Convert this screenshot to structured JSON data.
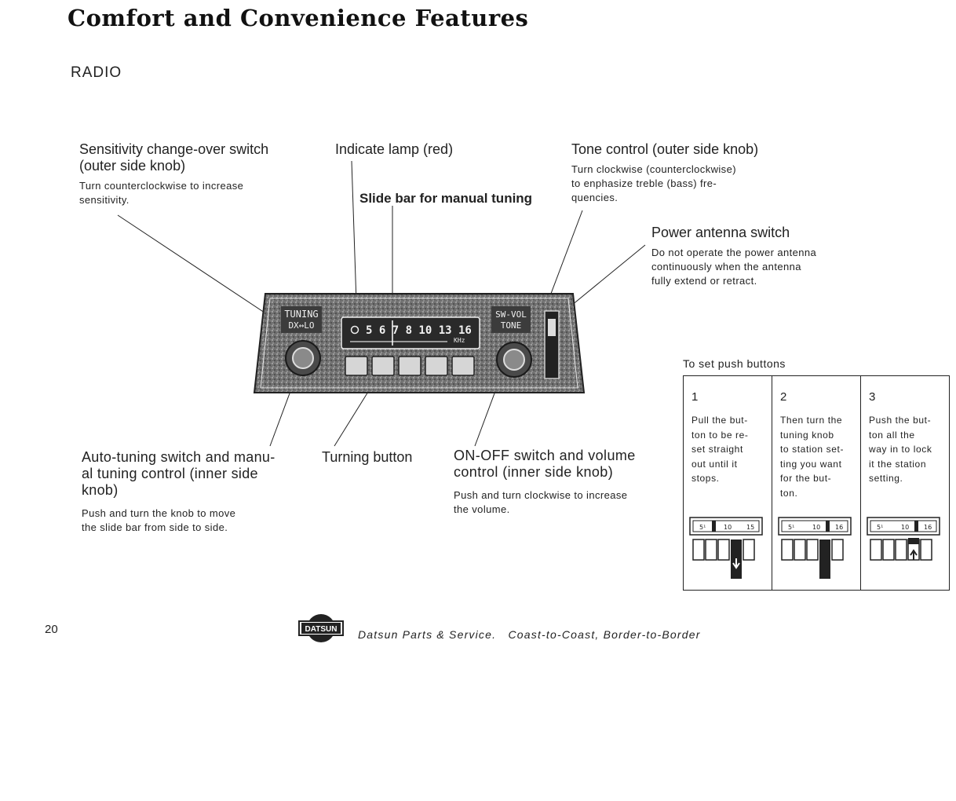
{
  "title": "Comfort and Convenience Features",
  "section": "RADIO",
  "callouts": {
    "sensitivity": {
      "head_line1": "Sensitivity change-over switch",
      "head_line2": "(outer side knob)",
      "body_line1": "Turn counterclockwise to increase",
      "body_line2": "sensitivity."
    },
    "indicate_lamp": {
      "head": "Indicate lamp (red)"
    },
    "slide_bar": {
      "head": "Slide bar for manual tuning"
    },
    "tone": {
      "head": "Tone control (outer side knob)",
      "body_line1": "Turn clockwise (counterclockwise)",
      "body_line2": "to enphasize treble (bass) fre-",
      "body_line3": "quencies."
    },
    "antenna": {
      "head": "Power antenna switch",
      "body_line1": "Do not operate the power antenna",
      "body_line2": "continuously when the antenna",
      "body_line3": "fully extend or retract."
    },
    "auto_tuning": {
      "head_line1": "Auto-tuning switch and manu-",
      "head_line2": "al tuning control (inner side",
      "head_line3": "knob)",
      "body_line1": "Push and turn the knob to move",
      "body_line2": "the slide bar from side to side."
    },
    "turning_button": {
      "head": "Turning button"
    },
    "onoff": {
      "head_line1": "ON-OFF switch and volume",
      "head_line2": "control (inner side knob)",
      "body_line1": "Push and turn clockwise to increase",
      "body_line2": "the volume."
    }
  },
  "radio": {
    "tuning_label_1": "TUNING",
    "tuning_label_2": "DX↔LO",
    "dial": "5 6 7 8 10 13 16",
    "dial_unit": "KHz",
    "swvol_label_1": "SW-VOL",
    "swvol_label_2": "TONE"
  },
  "push_buttons": {
    "label": "To set push buttons",
    "steps": [
      {
        "num": "1",
        "lines": [
          "Pull the but-",
          "ton to be re-",
          "set straight",
          "out until it",
          "stops."
        ]
      },
      {
        "num": "2",
        "lines": [
          "Then turn the",
          "tuning knob",
          "to station set-",
          "ting you want",
          "for the but-",
          "ton."
        ]
      },
      {
        "num": "3",
        "lines": [
          "Push the but-",
          "ton all the",
          "way in to lock",
          "it the station",
          "setting."
        ]
      }
    ],
    "dial_marks": [
      {
        "a": "5¹",
        "b": "10",
        "c": "15"
      },
      {
        "a": "5¹",
        "b": "10",
        "c": "16"
      },
      {
        "a": "5¹",
        "b": "10",
        "c": "16"
      }
    ]
  },
  "footer": {
    "page_number": "20",
    "logo_text": "DATSUN",
    "slogan": "Datsun Parts & Service.   Coast-to-Coast, Border-to-Border"
  }
}
